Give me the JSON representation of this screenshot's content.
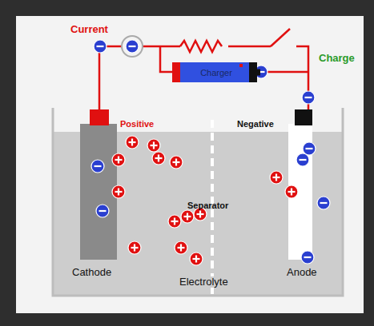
{
  "diagram": {
    "nodes": [
      {
        "text": [
          "Charger"
        ]
      }
    ],
    "labels": [
      "Current",
      "Charge",
      "Positive",
      "Negative",
      "Separator",
      "Cathode",
      "Electrolyte",
      "Anode"
    ]
  }
}
